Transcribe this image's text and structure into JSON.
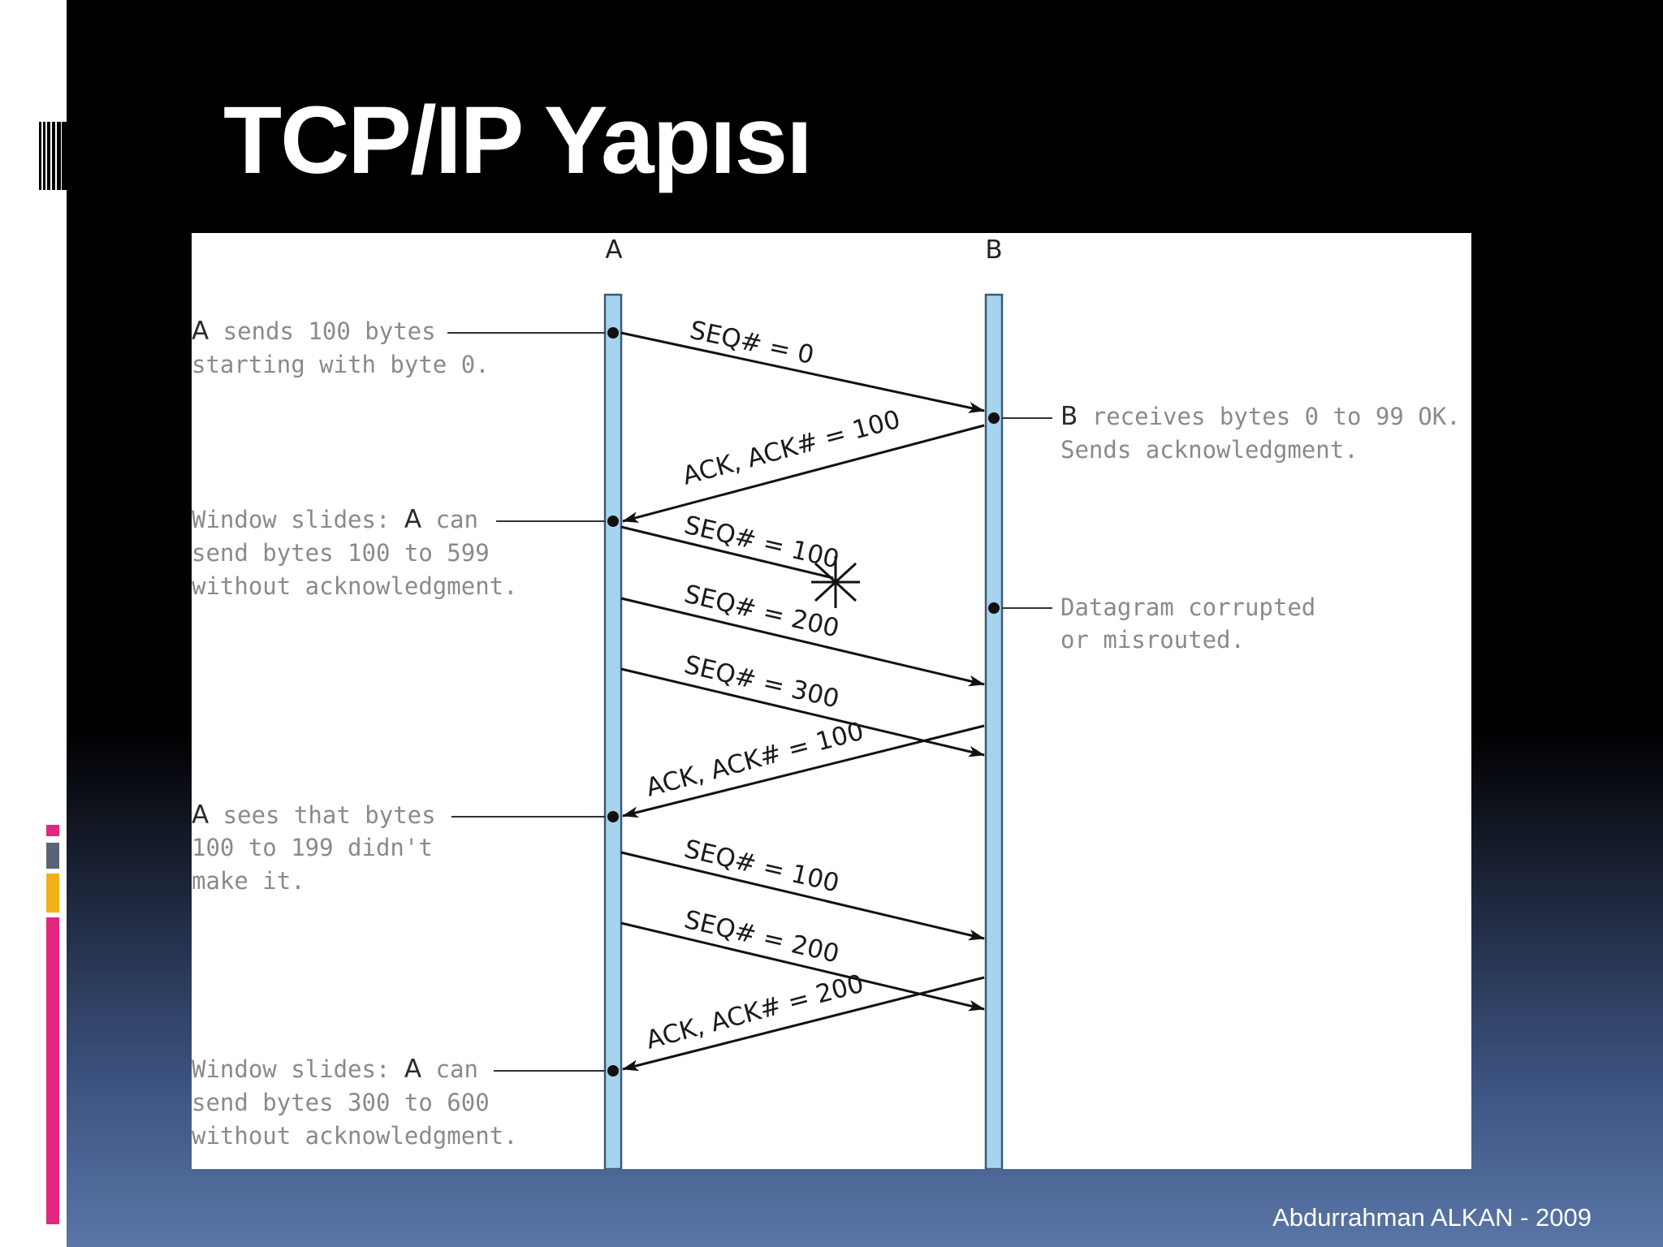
{
  "slide": {
    "title": "TCP/IP Yapısı",
    "footer": "Abdurrahman ALKAN - 2009"
  },
  "colors": {
    "background_top": "#000000",
    "background_bottom": "#5a76a6",
    "lifeline_fill": "#a6d4ef",
    "lifeline_stroke": "#3a5a78",
    "accent_pink": "#e3267f",
    "accent_yellow": "#f2b116",
    "accent_gray": "#5a6477"
  },
  "diagram": {
    "hosts": {
      "a": "A",
      "b": "B"
    },
    "messages": {
      "seq0": "SEQ# = 0",
      "ack100_first": "ACK, ACK# = 100",
      "seq100_lost": "SEQ# = 100",
      "seq200_first": "SEQ# = 200",
      "seq300": "SEQ# = 300",
      "ack100_second": "ACK, ACK# = 100",
      "seq100_retrans": "SEQ# = 100",
      "seq200_retrans": "SEQ# = 200",
      "ack200": "ACK, ACK# = 200"
    },
    "notes": {
      "a_sends": {
        "host": "A",
        "line1_rest": " sends 100 bytes",
        "line2": "starting with byte 0."
      },
      "b_receives": {
        "host": "B",
        "line1_rest": " receives bytes 0 to 99 OK.",
        "line2": "Sends acknowledgment."
      },
      "window_slides_1": {
        "line1_pre": "Window slides: ",
        "host": "A",
        "line1_post": " can",
        "line2": "send bytes 100 to 599",
        "line3": "without acknowledgment."
      },
      "datagram_corrupted": {
        "line1": "Datagram corrupted",
        "line2": "or misrouted."
      },
      "a_sees": {
        "host": "A",
        "line1_rest": " sees that bytes",
        "line2": "100 to 199 didn't",
        "line3": "make it."
      },
      "window_slides_2": {
        "line1_pre": "Window slides: ",
        "host": "A",
        "line1_post": " can",
        "line2": "send bytes 300 to 600",
        "line3": "without acknowledgment."
      }
    }
  }
}
